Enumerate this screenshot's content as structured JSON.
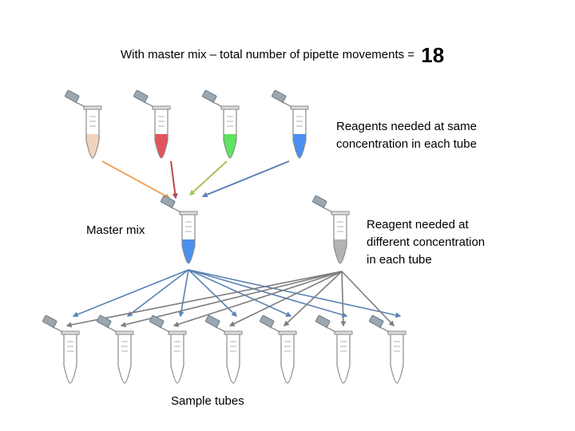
{
  "header": {
    "text": "With master mix – total number of pipette movements =",
    "count": "18"
  },
  "labels": {
    "reagents_same": [
      "Reagents needed at same",
      "concentration in each tube"
    ],
    "master_mix": "Master mix",
    "reagent_different": [
      "Reagent needed at",
      "different concentration",
      "in each tube"
    ],
    "sample_tubes": "Sample tubes"
  },
  "colors": {
    "tube_outline": "#8a8a8a",
    "cap": "#9aa7b1",
    "reagent_beige": "#f1d4bd",
    "reagent_red": "#e2545b",
    "reagent_green": "#5ee45e",
    "reagent_blue": "#4b8ff0",
    "master_blue": "#4b8ff0",
    "gray_reagent": "#b3b3b3",
    "arrow_orange": "#f0a35a",
    "arrow_red": "#b54848",
    "arrow_green": "#a6c25a",
    "arrow_blue": "#5b82b5",
    "arrow_gray": "#7d7d7d"
  },
  "diagram": {
    "reagent_tubes": [
      {
        "id": "beige",
        "fill": "#f1d4bd"
      },
      {
        "id": "red",
        "fill": "#e2545b"
      },
      {
        "id": "green",
        "fill": "#5ee45e"
      },
      {
        "id": "blue",
        "fill": "#4b8ff0"
      }
    ],
    "sample_tube_count": 7
  }
}
